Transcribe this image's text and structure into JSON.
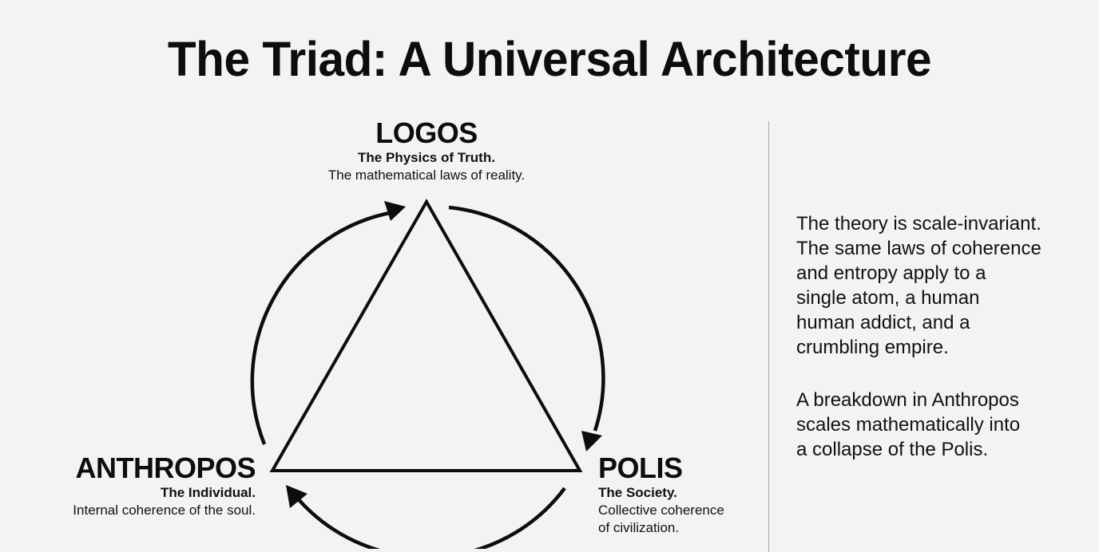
{
  "title": "The Triad: A Universal Architecture",
  "colors": {
    "background": "#f3f3f3",
    "ink": "#0d0d0d",
    "divider": "#a8a8a8"
  },
  "diagram": {
    "shape": "triangle",
    "cycle_direction": "clockwise",
    "nodes": {
      "logos": {
        "heading": "LOGOS",
        "subtitle": "The Physics of Truth.",
        "description": "The mathematical laws of reality.",
        "position": "top"
      },
      "anthropos": {
        "heading": "ANTHROPOS",
        "subtitle": "The Individual.",
        "description": "Internal coherence of the soul.",
        "position": "bottom-left"
      },
      "polis": {
        "heading": "POLIS",
        "subtitle": "The Society.",
        "description_line1": "Collective coherence",
        "description_line2": "of civilization.",
        "position": "bottom-right"
      }
    },
    "arrows": [
      {
        "from": "anthropos",
        "to": "logos",
        "icon": "curved-arrow-icon"
      },
      {
        "from": "logos",
        "to": "polis",
        "icon": "curved-arrow-icon"
      },
      {
        "from": "polis",
        "to": "anthropos",
        "icon": "curved-arrow-icon"
      }
    ]
  },
  "sidebar": {
    "paragraph1_lines": [
      "The theory is scale-invariant.",
      "The same laws of coherence",
      "and entropy apply to a",
      "single atom, a human",
      "human addict, and a",
      "crumbling empire."
    ],
    "paragraph2_lines": [
      "A breakdown in Anthropos",
      "scales mathematically into",
      "a collapse of the Polis."
    ]
  }
}
